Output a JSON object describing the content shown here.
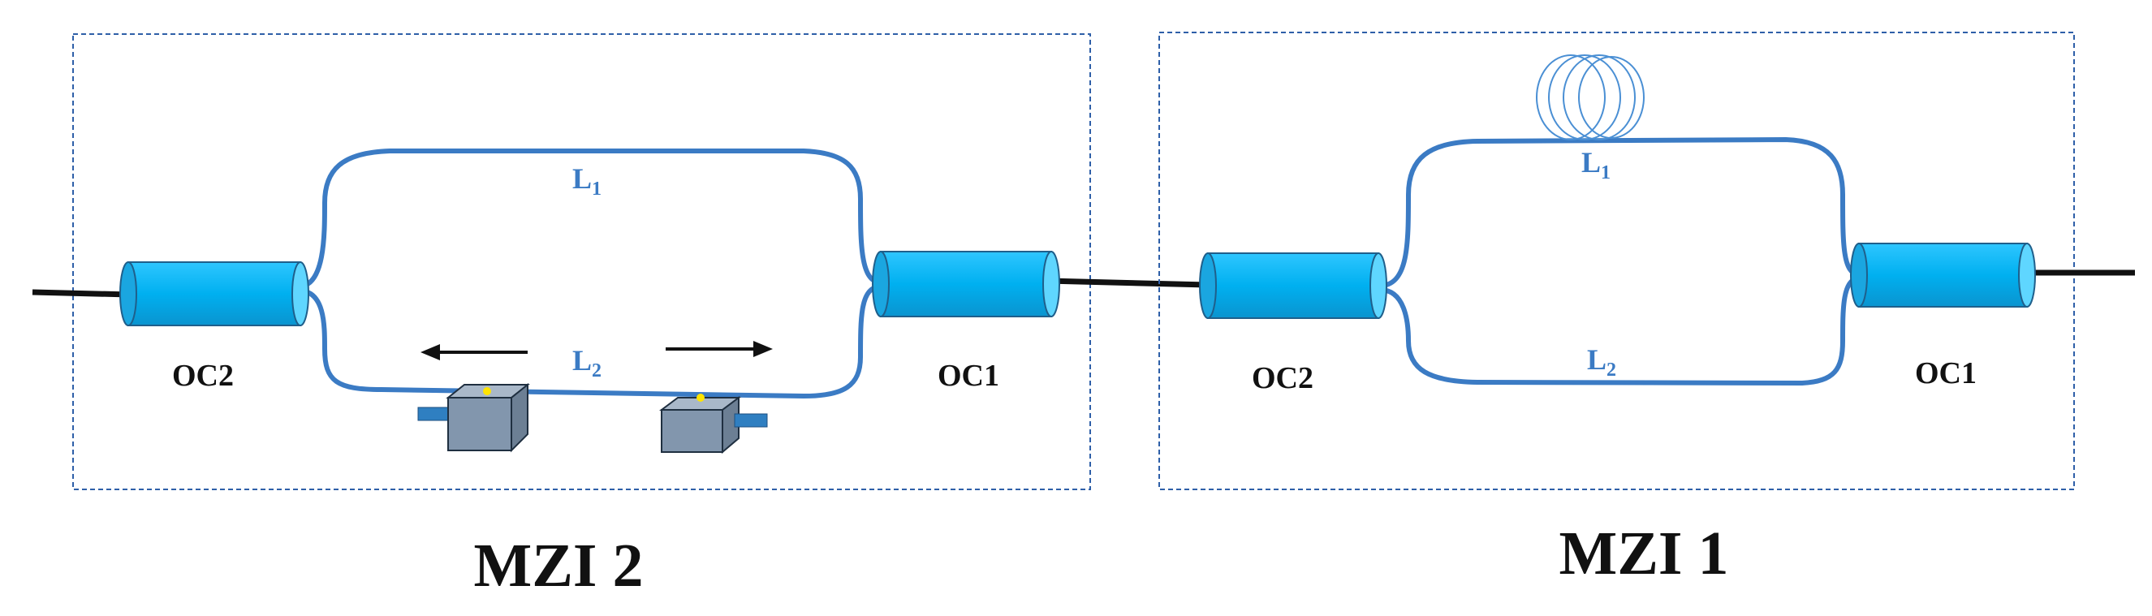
{
  "colors": {
    "fiber": "#3b7bc4",
    "coupler": "#00b0f0",
    "coupler_edge": "#1f5f8b",
    "box_border": "#2e5fa8",
    "lead": "#111111",
    "stage": "#8296ad"
  },
  "mzi2": {
    "title": "MZI 2",
    "left_coupler": "OC2",
    "right_coupler": "OC1",
    "arm_upper": {
      "base": "L",
      "sub": "1"
    },
    "arm_lower": {
      "base": "L",
      "sub": "2"
    },
    "arrow_left_icon": "arrow-left-icon",
    "arrow_right_icon": "arrow-right-icon",
    "stage_icon": "translation-stage-icon"
  },
  "mzi1": {
    "title": "MZI 1",
    "left_coupler": "OC2",
    "right_coupler": "OC1",
    "arm_upper": {
      "base": "L",
      "sub": "1"
    },
    "arm_lower": {
      "base": "L",
      "sub": "2"
    },
    "coil_icon": "fiber-coil-icon"
  }
}
